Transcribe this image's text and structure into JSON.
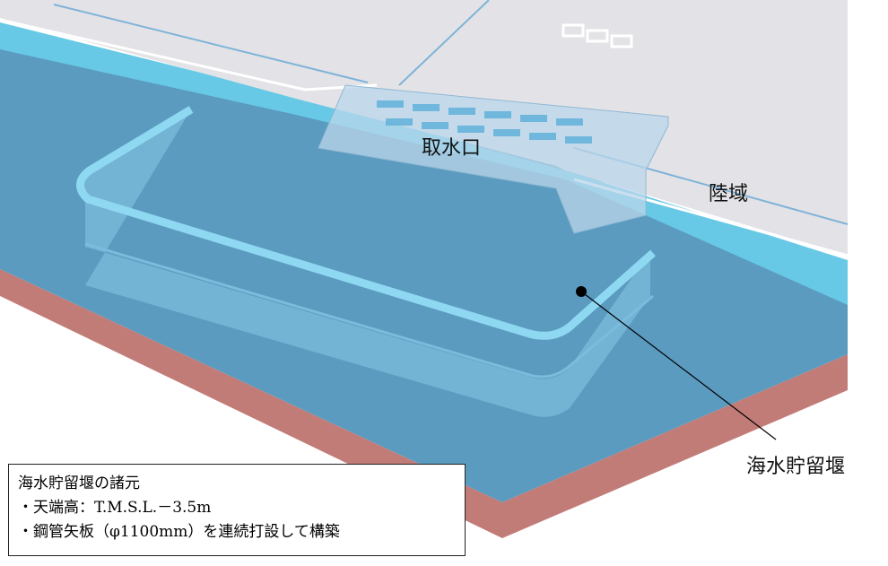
{
  "labels": {
    "intake": "取水口",
    "land": "陸域",
    "weir": "海水貯留堰"
  },
  "spec_box": {
    "title": "海水貯留堰の諸元",
    "items": [
      "・天端高：T.M.S.L.－3.5m",
      "・鋼管矢板（φ1100mm）を連続打設して構築"
    ]
  },
  "colors": {
    "sea": "#5b9bbf",
    "water_edge": "#6dd4ee",
    "seabed": "#c07a76",
    "land": "#e0e0e4",
    "weir": "#8fd8f2"
  }
}
